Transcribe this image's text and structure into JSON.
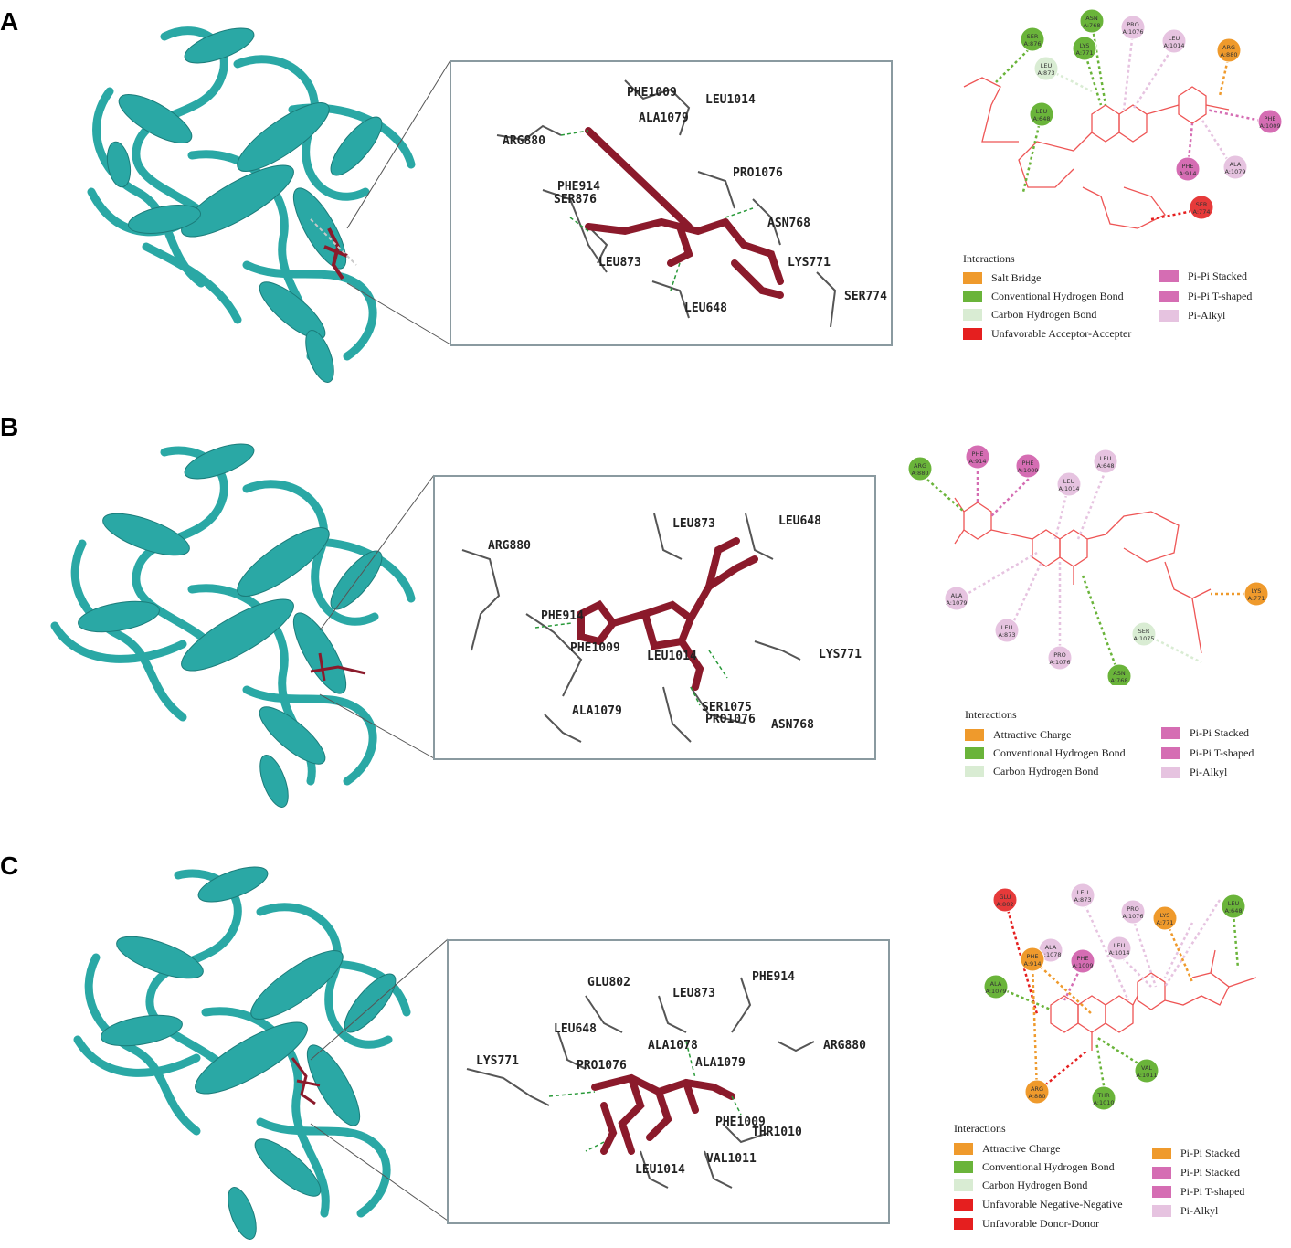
{
  "panels": [
    {
      "letter": "A",
      "zoom_labels": [
        "PHE1009",
        "LEU1014",
        "ALA1079",
        "ARG880",
        "PRO1076",
        "PHE914",
        "SER876",
        "ASN768",
        "LEU873",
        "LYS771",
        "SER774",
        "LEU648"
      ],
      "interaction_nodes": [
        {
          "res": "SER",
          "num": "A:876",
          "color": "#6ab43a"
        },
        {
          "res": "ASN",
          "num": "A:768",
          "color": "#6ab43a"
        },
        {
          "res": "LYS",
          "num": "A:771",
          "color": "#6ab43a"
        },
        {
          "res": "PRO",
          "num": "A:1076",
          "color": "#e6c3e0"
        },
        {
          "res": "LEU",
          "num": "A:1014",
          "color": "#e6c3e0"
        },
        {
          "res": "ARG",
          "num": "A:880",
          "color": "#ef9a2c"
        },
        {
          "res": "LEU",
          "num": "A:873",
          "color": "#d9ecd3"
        },
        {
          "res": "LEU",
          "num": "A:648",
          "color": "#6ab43a"
        },
        {
          "res": "PHE",
          "num": "A:1009",
          "color": "#d56db3"
        },
        {
          "res": "PHE",
          "num": "A:914",
          "color": "#d56db3"
        },
        {
          "res": "ALA",
          "num": "A:1079",
          "color": "#e6c3e0"
        },
        {
          "res": "SER",
          "num": "A:774",
          "color": "#e63a3a"
        }
      ],
      "legend_title": "Interactions",
      "legend_left": [
        {
          "label": "Salt Bridge",
          "color": "#ef9a2c"
        },
        {
          "label": "Conventional Hydrogen Bond",
          "color": "#6ab43a"
        },
        {
          "label": "Carbon Hydrogen Bond",
          "color": "#d9ecd3"
        },
        {
          "label": "Unfavorable Acceptor-Accepter",
          "color": "#e51f1f"
        }
      ],
      "legend_right": [
        {
          "label": "Pi-Pi Stacked",
          "color": "#d56db3"
        },
        {
          "label": "Pi-Pi T-shaped",
          "color": "#d56db3"
        },
        {
          "label": "Pi-Alkyl",
          "color": "#e6c3e0"
        }
      ]
    },
    {
      "letter": "B",
      "zoom_labels": [
        "LEU873",
        "LEU648",
        "ARG880",
        "PHE914",
        "PHE1009",
        "LEU1014",
        "LYS771",
        "ALA1079",
        "SER1075",
        "PRO1076",
        "ASN768"
      ],
      "interaction_nodes": [
        {
          "res": "ARG",
          "num": "A:880",
          "color": "#6ab43a"
        },
        {
          "res": "PHE",
          "num": "A:914",
          "color": "#d56db3"
        },
        {
          "res": "PHE",
          "num": "A:1009",
          "color": "#d56db3"
        },
        {
          "res": "LEU",
          "num": "A:648",
          "color": "#e6c3e0"
        },
        {
          "res": "LEU",
          "num": "A:1014",
          "color": "#e6c3e0"
        },
        {
          "res": "ALA",
          "num": "A:1079",
          "color": "#e6c3e0"
        },
        {
          "res": "LEU",
          "num": "A:873",
          "color": "#e6c3e0"
        },
        {
          "res": "LYS",
          "num": "A:771",
          "color": "#ef9a2c"
        },
        {
          "res": "SER",
          "num": "A:1075",
          "color": "#d9ecd3"
        },
        {
          "res": "PRO",
          "num": "A:1076",
          "color": "#e6c3e0"
        },
        {
          "res": "ASN",
          "num": "A:768",
          "color": "#6ab43a"
        }
      ],
      "legend_title": "Interactions",
      "legend_left": [
        {
          "label": "Attractive Charge",
          "color": "#ef9a2c"
        },
        {
          "label": "Conventional Hydrogen Bond",
          "color": "#6ab43a"
        },
        {
          "label": "Carbon Hydrogen Bond",
          "color": "#d9ecd3"
        }
      ],
      "legend_right": [
        {
          "label": "Pi-Pi Stacked",
          "color": "#d56db3"
        },
        {
          "label": "Pi-Pi T-shaped",
          "color": "#d56db3"
        },
        {
          "label": "Pi-Alkyl",
          "color": "#e6c3e0"
        }
      ]
    },
    {
      "letter": "C",
      "zoom_labels": [
        "GLU802",
        "LEU873",
        "PHE914",
        "ARG880",
        "LEU648",
        "ALA1078",
        "LYS771",
        "PRO1076",
        "ALA1079",
        "PHE1009",
        "THR1010",
        "LEU1014",
        "VAL1011"
      ],
      "interaction_nodes": [
        {
          "res": "GLU",
          "num": "A:802",
          "color": "#e63a3a"
        },
        {
          "res": "LEU",
          "num": "A:873",
          "color": "#e6c3e0"
        },
        {
          "res": "PRO",
          "num": "A:1076",
          "color": "#e6c3e0"
        },
        {
          "res": "LEU",
          "num": "A:648",
          "color": "#6ab43a"
        },
        {
          "res": "ALA",
          "num": "A:1078",
          "color": "#e6c3e0"
        },
        {
          "res": "LYS",
          "num": "A:771",
          "color": "#ef9a2c"
        },
        {
          "res": "LEU",
          "num": "A:1014",
          "color": "#e6c3e0"
        },
        {
          "res": "PHE",
          "num": "A:914",
          "color": "#ef9a2c"
        },
        {
          "res": "PHE",
          "num": "A:1009",
          "color": "#d56db3"
        },
        {
          "res": "ALA",
          "num": "A:1079",
          "color": "#6ab43a"
        },
        {
          "res": "VAL",
          "num": "A:1011",
          "color": "#6ab43a"
        },
        {
          "res": "ARG",
          "num": "A:880",
          "color": "#ef9a2c"
        },
        {
          "res": "THR",
          "num": "A:1010",
          "color": "#6ab43a"
        }
      ],
      "legend_title": "Interactions",
      "legend_left": [
        {
          "label": "Attractive Charge",
          "color": "#ef9a2c"
        },
        {
          "label": "Conventional Hydrogen Bond",
          "color": "#6ab43a"
        },
        {
          "label": "Carbon Hydrogen Bond",
          "color": "#d9ecd3"
        },
        {
          "label": "Unfavorable Negative-Negative",
          "color": "#e51f1f"
        },
        {
          "label": "Unfavorable Donor-Donor",
          "color": "#e51f1f"
        }
      ],
      "legend_right": [
        {
          "label": "Pi-Pi Stacked",
          "color": "#ef9a2c"
        },
        {
          "label": "Pi-Pi Stacked",
          "color": "#d56db3"
        },
        {
          "label": "Pi-Pi T-shaped",
          "color": "#d56db3"
        },
        {
          "label": "Pi-Alkyl",
          "color": "#e6c3e0"
        }
      ]
    }
  ]
}
